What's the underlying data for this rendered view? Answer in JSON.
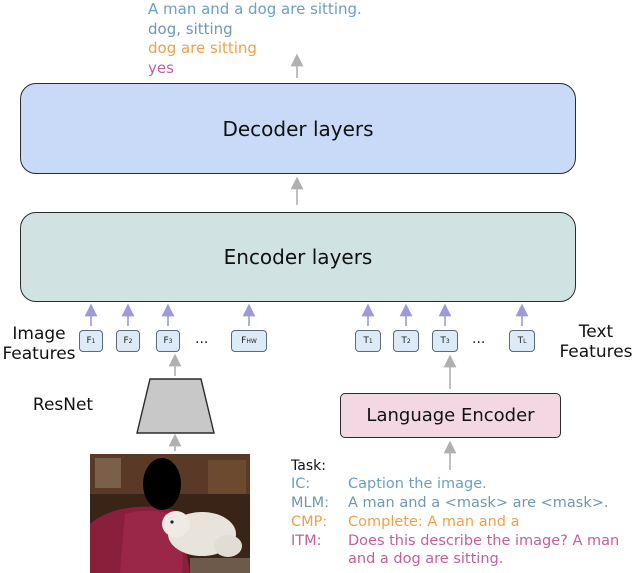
{
  "outputs": [
    {
      "text": "A man and a dog are sitting.",
      "color": "#6a9fc8"
    },
    {
      "text": "dog, sitting",
      "color": "#6f98b4"
    },
    {
      "text": "dog are sitting",
      "color": "#f0a04a"
    },
    {
      "text": "yes",
      "color": "#c45f9a"
    }
  ],
  "decoder": {
    "label": "Decoder layers",
    "fill": "#c9d9f8"
  },
  "encoder": {
    "label": "Encoder layers",
    "fill": "#d0e2e2"
  },
  "image_features": {
    "label_line1": "Image",
    "label_line2": "Features",
    "tokens": [
      {
        "base": "F",
        "sub": "1"
      },
      {
        "base": "F",
        "sub": "2"
      },
      {
        "base": "F",
        "sub": "3"
      },
      {
        "base": "F",
        "sub": "HW"
      }
    ],
    "ellipsis": "..."
  },
  "text_features": {
    "label_line1": "Text",
    "label_line2": "Features",
    "tokens": [
      {
        "base": "T",
        "sub": "1"
      },
      {
        "base": "T",
        "sub": "2"
      },
      {
        "base": "T",
        "sub": "3"
      },
      {
        "base": "T",
        "sub": "L"
      }
    ],
    "ellipsis": "..."
  },
  "resnet": {
    "label": "ResNet"
  },
  "language_encoder": {
    "label": "Language Encoder",
    "fill": "#f3d8e4"
  },
  "tasks": {
    "title": "Task:",
    "rows": [
      {
        "key": "IC:",
        "value": "Caption the image.",
        "color": "#6a9fc8"
      },
      {
        "key": "MLM:",
        "value": "A man and a <mask> are <mask>.",
        "color": "#6f98b4"
      },
      {
        "key": "CMP:",
        "value": "Complete: A man and a",
        "color": "#f0a04a"
      },
      {
        "key": "ITM:",
        "value_line1": "Does this describe the image? A man",
        "value_line2": "and a dog are sitting.",
        "color": "#c45f9a"
      }
    ]
  }
}
